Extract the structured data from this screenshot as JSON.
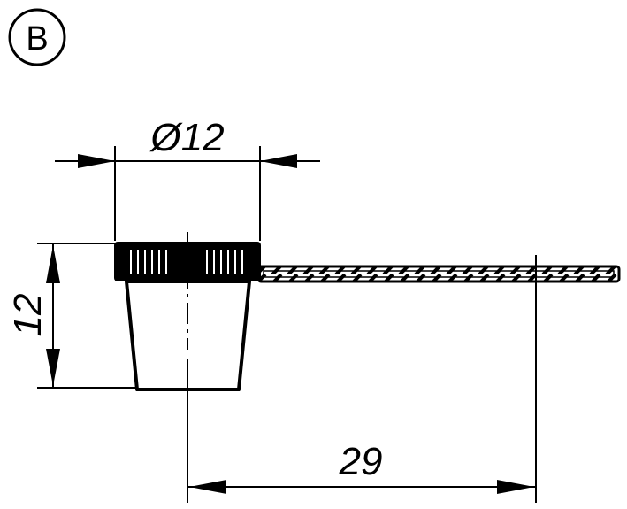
{
  "view_badge": {
    "letter": "B"
  },
  "dimensions": {
    "diameter": "Ø12",
    "height": "12",
    "length": "29"
  },
  "colors": {
    "ink": "#000000",
    "paper": "#ffffff"
  }
}
